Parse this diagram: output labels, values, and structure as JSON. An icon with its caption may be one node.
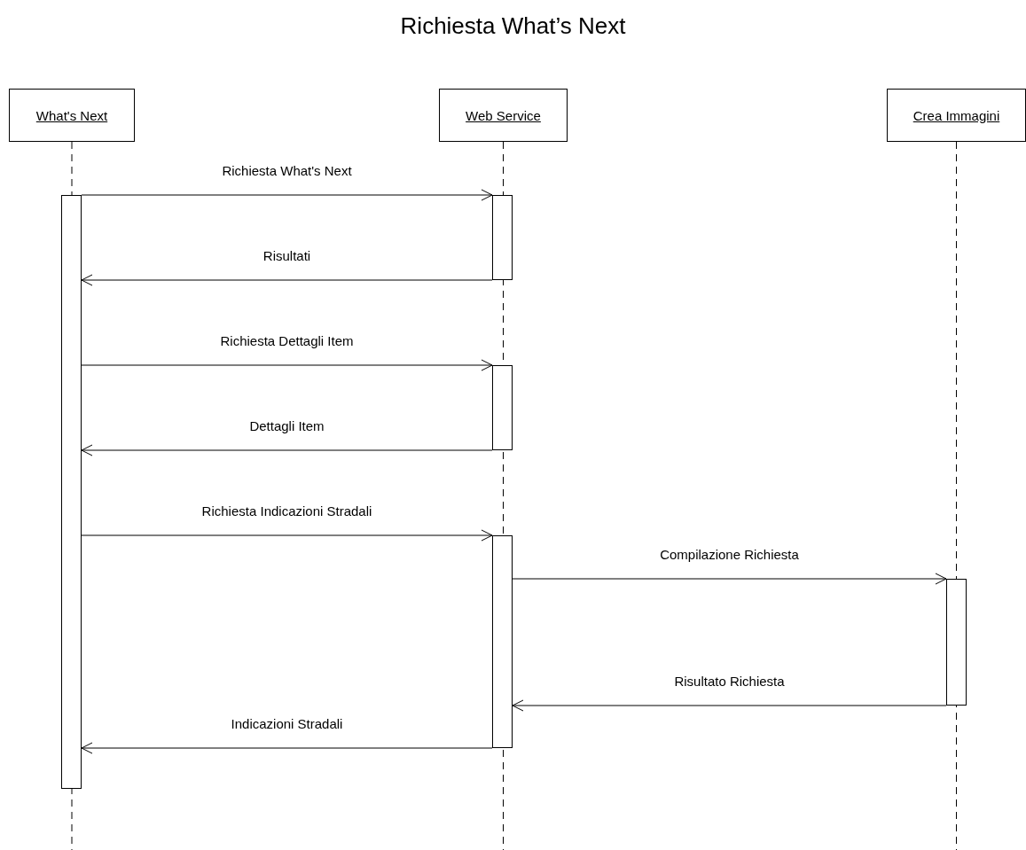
{
  "diagram": {
    "title": "Richiesta What’s Next",
    "nodes": [
      {
        "text": [
          "What's Next"
        ]
      },
      {
        "text": [
          "Web Service"
        ]
      },
      {
        "text": [
          "Crea Immagini"
        ]
      },
      {
        "text": [],
        "shape": "bar"
      },
      {
        "text": [],
        "shape": "bar"
      },
      {
        "text": [],
        "shape": "bar"
      },
      {
        "text": [],
        "shape": "bar"
      },
      {
        "text": [],
        "shape": "bar"
      }
    ],
    "edges": [
      {
        "from": 3,
        "to": 4,
        "arrow": "to",
        "label": "Richiesta What's Next"
      },
      {
        "from": 4,
        "to": 3,
        "arrow": "to",
        "label": "Risultati"
      },
      {
        "from": 3,
        "to": 5,
        "arrow": "to",
        "label": "Richiesta Dettagli Item"
      },
      {
        "from": 5,
        "to": 3,
        "arrow": "to",
        "label": "Dettagli Item"
      },
      {
        "from": 3,
        "to": 6,
        "arrow": "to",
        "label": "Richiesta Indicazioni Stradali"
      },
      {
        "from": 6,
        "to": 7,
        "arrow": "to",
        "label": "Compilazione Richiesta"
      },
      {
        "from": 7,
        "to": 6,
        "arrow": "to",
        "label": "Risultato Richiesta"
      },
      {
        "from": 6,
        "to": 3,
        "arrow": "to",
        "label": "Indicazioni Stradali"
      },
      {
        "from": 0,
        "to": null,
        "arrow": "none",
        "style": "dashed"
      },
      {
        "from": 1,
        "to": null,
        "arrow": "none",
        "style": "dashed"
      },
      {
        "from": 2,
        "to": null,
        "arrow": "none",
        "style": "dashed"
      }
    ]
  }
}
